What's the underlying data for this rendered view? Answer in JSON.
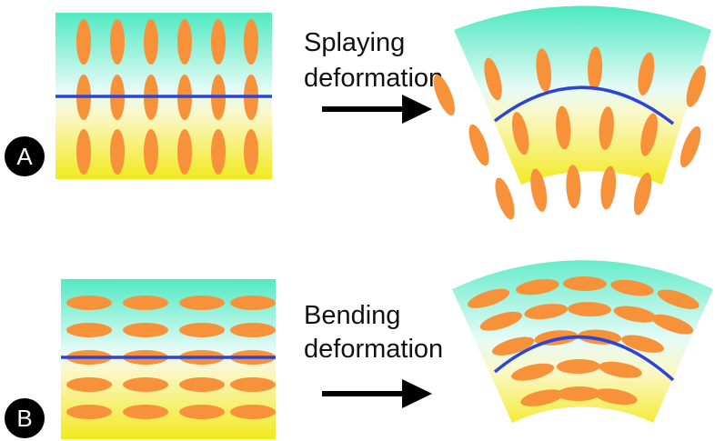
{
  "panels": [
    {
      "badge": "A",
      "label_line1": "Splaying",
      "label_line2": "deformation"
    },
    {
      "badge": "B",
      "label_line1": "Bending",
      "label_line2": "deformation"
    }
  ],
  "colors": {
    "top_gradient": "#52e9c2",
    "middle_gradient": "#e6fbf6",
    "bottom_gradient": "#f2ea1e",
    "molecule": "#f7923a",
    "director_line": "#2c45d6",
    "arrow": "#000000",
    "badge": "#000000"
  }
}
